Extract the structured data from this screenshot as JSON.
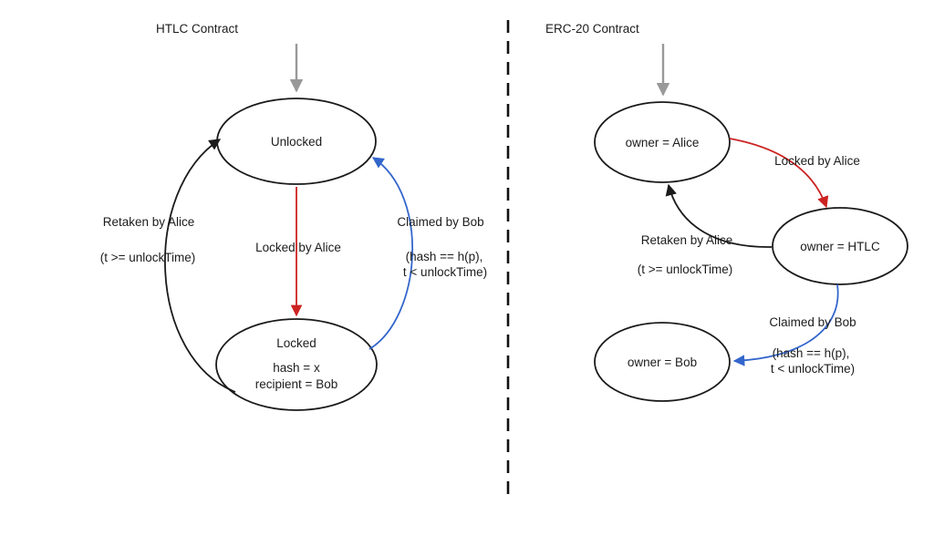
{
  "colors": {
    "gray": "#999999",
    "red": "#cc2222",
    "blue": "#3366cc",
    "black": "#1a1a1a"
  },
  "htlc": {
    "title": "HTLC Contract",
    "nodes": {
      "unlocked": "Unlocked",
      "locked_title": "Locked",
      "locked_hash": "hash = x",
      "locked_recipient": "recipient = Bob"
    },
    "edges": {
      "locked_by_alice": "Locked by Alice",
      "retaken_by_alice": "Retaken by Alice",
      "retaken_cond": "(t >= unlockTime)",
      "claimed_by_bob": "Claimed by Bob",
      "claimed_cond1": "(hash == h(p),",
      "claimed_cond2": "t < unlockTime)"
    }
  },
  "erc20": {
    "title": "ERC-20 Contract",
    "nodes": {
      "alice": "owner = Alice",
      "htlc": "owner = HTLC",
      "bob": "owner = Bob"
    },
    "edges": {
      "locked_by_alice": "Locked by Alice",
      "retaken_by_alice": "Retaken by Alice",
      "retaken_cond": "(t >= unlockTime)",
      "claimed_by_bob": "Claimed by Bob",
      "claimed_cond1": "(hash == h(p),",
      "claimed_cond2": "t < unlockTime)"
    }
  }
}
